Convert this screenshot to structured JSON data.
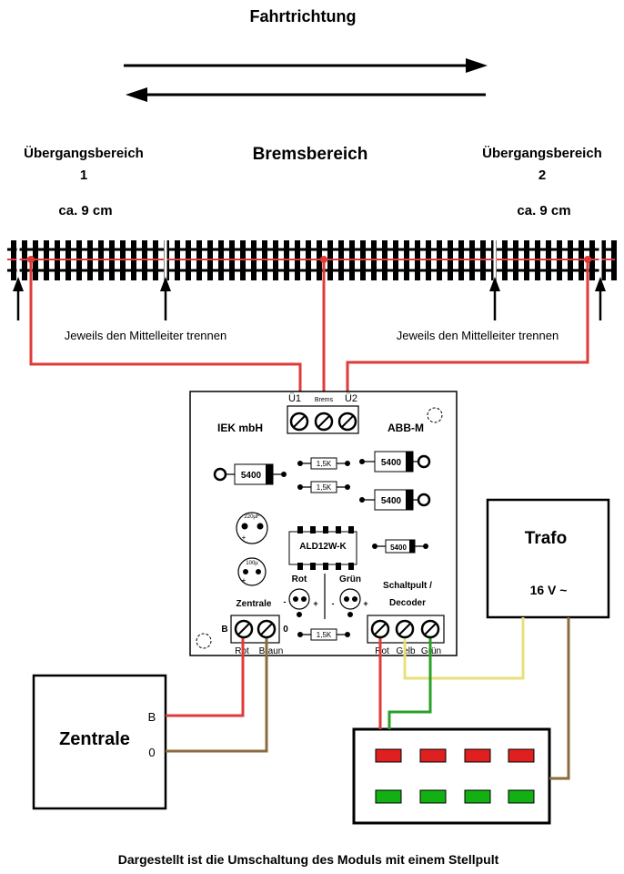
{
  "header": {
    "direction_title": "Fahrtrichtung"
  },
  "track": {
    "zone_left_title": "Übergangsbereich",
    "zone_left_number": "1",
    "zone_left_length": "ca. 9 cm",
    "brake_zone_title": "Bremsbereich",
    "zone_right_title": "Übergangsbereich",
    "zone_right_number": "2",
    "zone_right_length": "ca. 9 cm",
    "note_left": "Jeweils den Mittelleiter trennen",
    "note_right": "Jeweils den Mittelleiter trennen"
  },
  "module": {
    "maker_left": "IEK mbH",
    "maker_right": "ABB-M",
    "terminal_top_labels": [
      "Ü1",
      "Brems",
      "Ü2"
    ],
    "diode_labels": [
      "5400",
      "5400",
      "5400",
      "5400"
    ],
    "resistor_labels": [
      "1,5K",
      "1,5K",
      "1,5K"
    ],
    "capacitor_labels": [
      "220µF",
      "100µ"
    ],
    "chip_label": "ALD12W-K",
    "led_labels": [
      "Rot",
      "Grün"
    ],
    "zentrale_block_label": "Zentrale",
    "schaltpult_label_line1": "Schaltpult /",
    "schaltpult_label_line2": "Decoder",
    "terminal_zentrale_labels": [
      "Rot",
      "Braun"
    ],
    "terminal_zentrale_marks": [
      "B",
      "0"
    ],
    "terminal_decoder_labels": [
      "Rot",
      "Gelb",
      "Grün"
    ],
    "polarity_minus": "-",
    "polarity_plus": "+"
  },
  "zentrale_box": {
    "title": "Zentrale",
    "pin_b": "B",
    "pin_0": "0"
  },
  "trafo": {
    "title": "Trafo",
    "voltage": "16 V ~"
  },
  "caption": "Dargestellt ist die Umschaltung des Moduls mit einem Stellpult",
  "colors": {
    "wire_red": "#e03a3a",
    "wire_brown": "#8b6a3e",
    "wire_yellow": "#e8e07a",
    "wire_green": "#2aa02a",
    "led_red": "#e02020",
    "led_green": "#12b012"
  }
}
